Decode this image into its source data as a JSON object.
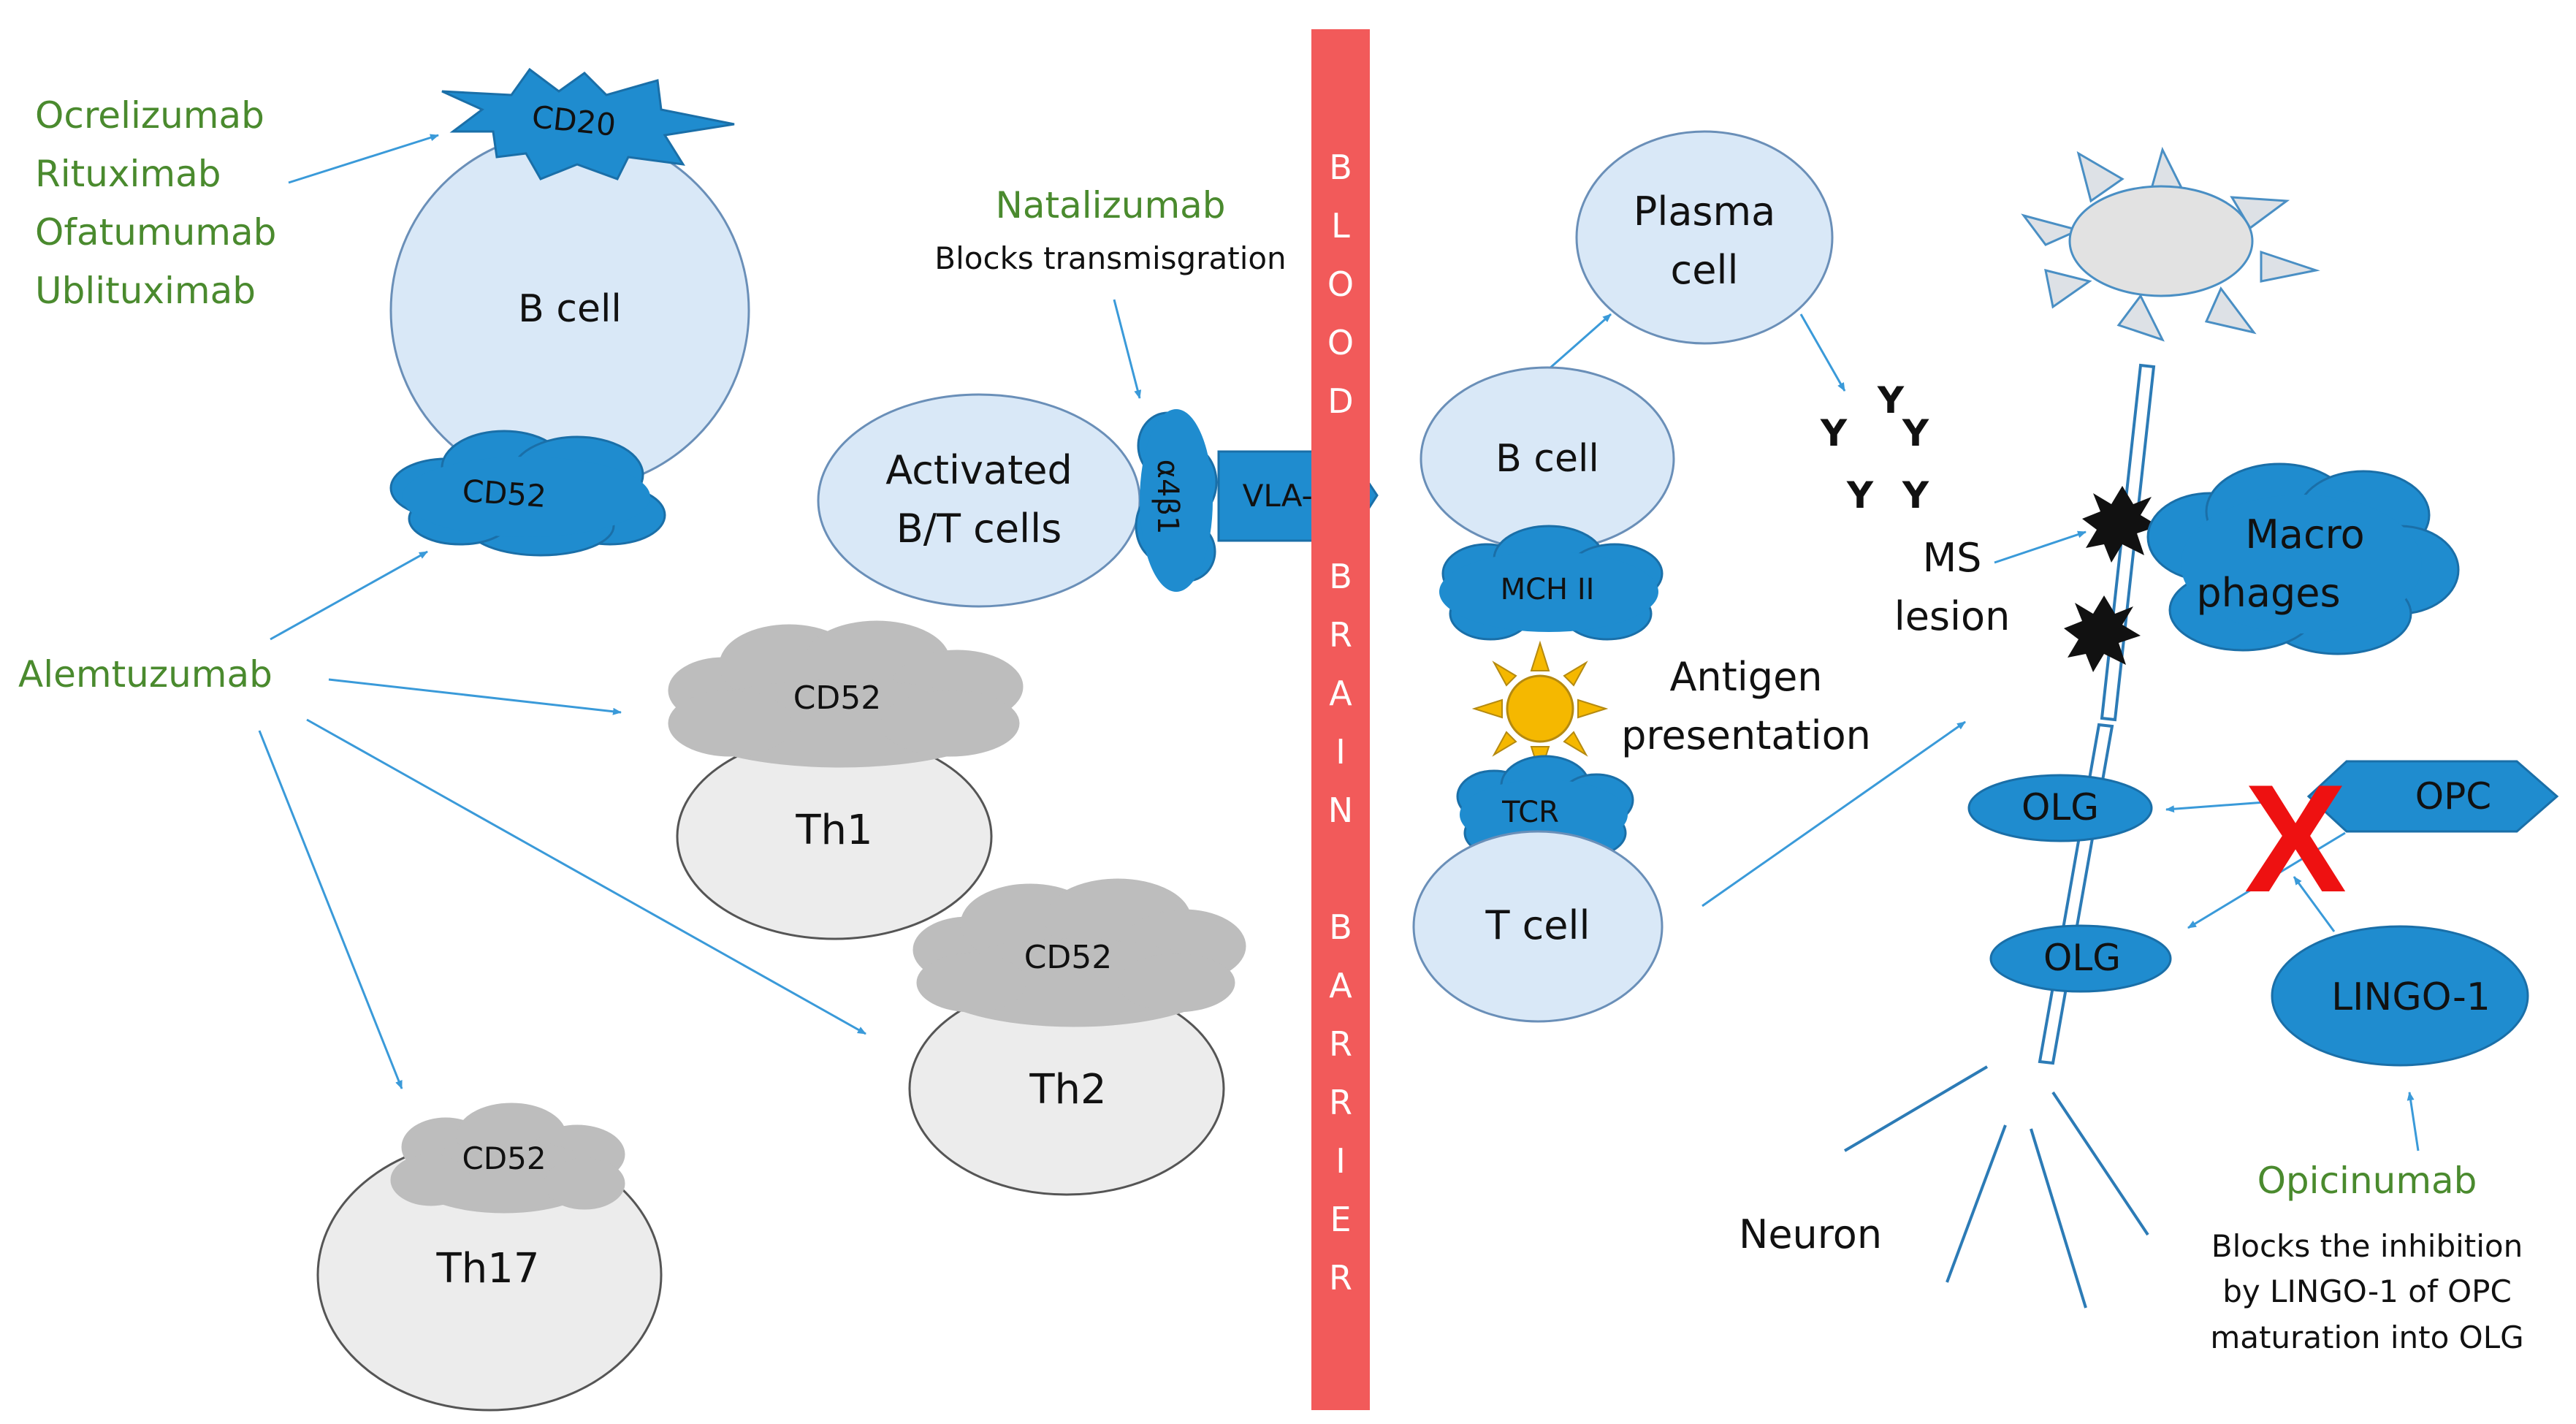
{
  "drugs": {
    "cd20_group": [
      "Ocrelizumab",
      "Rituximab",
      "Ofatumumab",
      "Ublituximab"
    ],
    "alemtuzumab": "Alemtuzumab",
    "natalizumab": "Natalizumab",
    "natalizumab_note": "Blocks transmisgration",
    "opicinumab": "Opicinumab",
    "opicinumab_note": [
      "Blocks the inhibition",
      "by LINGO-1 of OPC",
      "maturation into OLG"
    ]
  },
  "barrier_letters": [
    "B",
    "L",
    "O",
    "O",
    "D",
    "B",
    "R",
    "A",
    "I",
    "N",
    "B",
    "A",
    "R",
    "R",
    "I",
    "E",
    "R"
  ],
  "cells": {
    "b_cell_left": "B cell",
    "cd20": "CD20",
    "cd52": "CD52",
    "activated": [
      "Activated",
      "B/T cells"
    ],
    "a4b1": "α4β1",
    "vla4": "VLA-4",
    "th1": "Th1",
    "th2": "Th2",
    "th17": "Th17",
    "plasma": [
      "Plasma",
      "cell"
    ],
    "b_cell_right": "B cell",
    "mch": "MCH II",
    "antigen": [
      "Antigen",
      "presentation"
    ],
    "tcr": "TCR",
    "t_cell": "T cell",
    "antibody": "Y",
    "ms_lesion": [
      "MS",
      "lesion"
    ],
    "macrophages": [
      "Macro",
      "phages"
    ],
    "olg": "OLG",
    "opc": "OPC",
    "lingo": "LINGO-1",
    "x_mark": "X",
    "neuron": "Neuron"
  },
  "colors": {
    "drug_green": "#4a8a2e",
    "barrier_red": "#f25a5a",
    "cell_blue": "#d9e8f7",
    "marker_blue": "#1f8ccf",
    "grey_cell": "#ececec",
    "grey_cloud": "#bdbdbd",
    "arrow_blue": "#3a9ad9"
  }
}
